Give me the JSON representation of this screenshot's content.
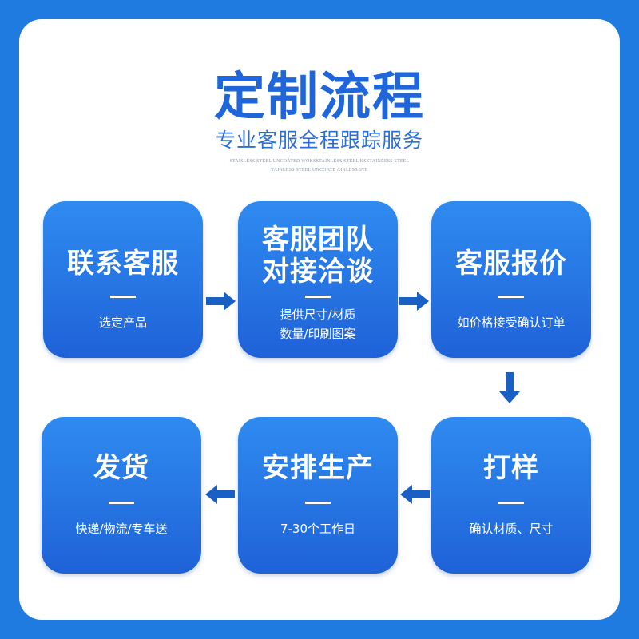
{
  "header": {
    "title": "定制流程",
    "subtitle": "专业客服全程跟踪服务",
    "fine_print_1": "STAISLESS STEEL UNCOATED WOKSSTAINLESS STEEL KSSTAINLESS STEEL",
    "fine_print_2": "TAINLESS STEEL UNCOATE AINLESS STE"
  },
  "steps": [
    {
      "title_line1": "联系客服",
      "title_line2": "",
      "desc_line1": "选定产品",
      "desc_line2": ""
    },
    {
      "title_line1": "客服团队",
      "title_line2": "对接洽谈",
      "desc_line1": "提供尺寸/材质",
      "desc_line2": "数量/印刷图案"
    },
    {
      "title_line1": "客服报价",
      "title_line2": "",
      "desc_line1": "如价格接受确认订单",
      "desc_line2": ""
    },
    {
      "title_line1": "打样",
      "title_line2": "",
      "desc_line1": "确认材质、尺寸",
      "desc_line2": ""
    },
    {
      "title_line1": "安排生产",
      "title_line2": "",
      "desc_line1": "7-30个工作日",
      "desc_line2": ""
    },
    {
      "title_line1": "发货",
      "title_line2": "",
      "desc_line1": "快递/物流/专车送",
      "desc_line2": ""
    }
  ],
  "colors": {
    "background": "#1f7be0",
    "card_top": "#2f8bf0",
    "card_bottom": "#1f62d8",
    "title": "#1e66d9",
    "arrow": "#1a5fc4"
  },
  "icons": [
    "arrow-right-icon",
    "arrow-down-icon",
    "arrow-left-icon"
  ]
}
